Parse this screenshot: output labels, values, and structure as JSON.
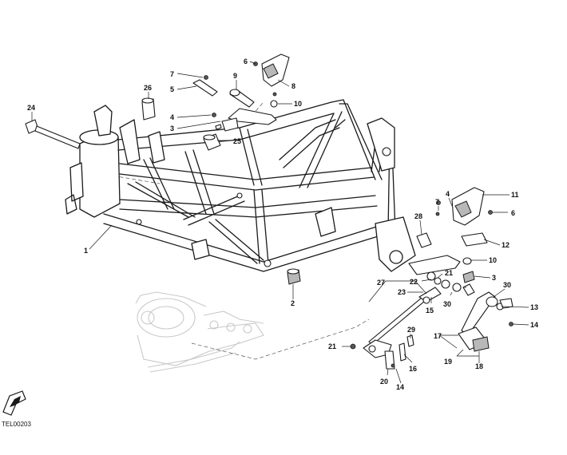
{
  "callouts": [
    {
      "id": "c24",
      "label": "24"
    },
    {
      "id": "c26",
      "label": "26"
    },
    {
      "id": "c25",
      "label": "25"
    },
    {
      "id": "c7a",
      "label": "7"
    },
    {
      "id": "c5a",
      "label": "5"
    },
    {
      "id": "c4a",
      "label": "4"
    },
    {
      "id": "c3a",
      "label": "3"
    },
    {
      "id": "c6a",
      "label": "6"
    },
    {
      "id": "c9",
      "label": "9"
    },
    {
      "id": "c8",
      "label": "8"
    },
    {
      "id": "c10a",
      "label": "10"
    },
    {
      "id": "c1",
      "label": "1"
    },
    {
      "id": "c2",
      "label": "2"
    },
    {
      "id": "c7b",
      "label": "7"
    },
    {
      "id": "c4b",
      "label": "4"
    },
    {
      "id": "c11",
      "label": "11"
    },
    {
      "id": "c6b",
      "label": "6"
    },
    {
      "id": "c28",
      "label": "28"
    },
    {
      "id": "c12",
      "label": "12"
    },
    {
      "id": "c10b",
      "label": "10"
    },
    {
      "id": "c3b",
      "label": "3"
    },
    {
      "id": "c21a",
      "label": "21"
    },
    {
      "id": "c22",
      "label": "22"
    },
    {
      "id": "c27",
      "label": "27"
    },
    {
      "id": "c23",
      "label": "23"
    },
    {
      "id": "c30a",
      "label": "30"
    },
    {
      "id": "c30b",
      "label": "30"
    },
    {
      "id": "c15",
      "label": "15"
    },
    {
      "id": "c13",
      "label": "13"
    },
    {
      "id": "c14a",
      "label": "14"
    },
    {
      "id": "c17",
      "label": "17"
    },
    {
      "id": "c29",
      "label": "29"
    },
    {
      "id": "c21b",
      "label": "21"
    },
    {
      "id": "c16",
      "label": "16"
    },
    {
      "id": "c19",
      "label": "19"
    },
    {
      "id": "c18",
      "label": "18"
    },
    {
      "id": "c20",
      "label": "20"
    },
    {
      "id": "c14b",
      "label": "14"
    }
  ],
  "drawing_code": "TEL00203",
  "colors": {
    "line": "#1a1a1a",
    "ghost": "#c9c9c9",
    "shade": "#b8b8b8"
  }
}
